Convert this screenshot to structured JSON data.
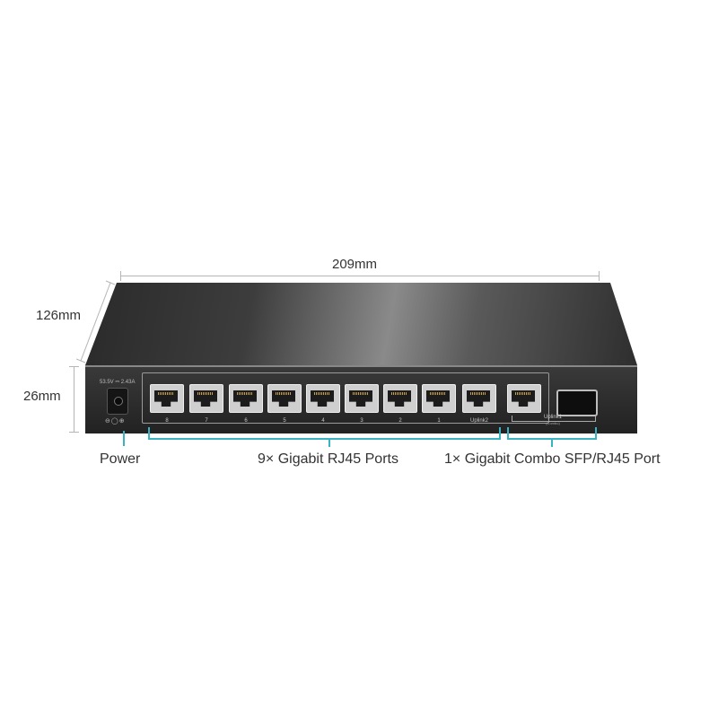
{
  "dimensions": {
    "width": "209mm",
    "depth": "126mm",
    "height": "26mm"
  },
  "device": {
    "power_rating": "53.5V ⎓ 2.43A",
    "polarity": "⊖◯⊕",
    "port_numbers": [
      "8",
      "7",
      "6",
      "5",
      "4",
      "3",
      "2",
      "1",
      "Uplink2"
    ],
    "uplink1_label": "Uplink1",
    "uplink1_sub": "(Combo)"
  },
  "callouts": {
    "power": "Power",
    "rj45": "9× Gigabit RJ45 Ports",
    "combo": "1× Gigabit Combo SFP/RJ45 Port"
  },
  "colors": {
    "callout_line": "#39b2c1",
    "dimension_line": "#b5b5b5",
    "device_body": "#2b2b2b"
  }
}
